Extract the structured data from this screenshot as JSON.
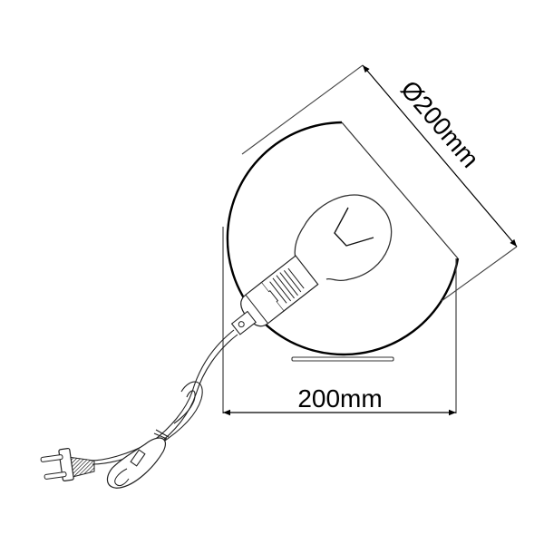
{
  "drawing": {
    "subject": "spherical table lamp with exposed bulb and inline-switch cord",
    "colors": {
      "line": "#000000",
      "thin_line": "#333333",
      "background": "#ffffff"
    }
  },
  "dimensions": {
    "width_label": "200mm",
    "diameter_label": "Ø200mm"
  },
  "parts": {
    "globe": "glass-globe",
    "bulb": "filament-bulb",
    "socket": "bulb-socket",
    "base": "base-plate",
    "cord": "power-cord",
    "switch": "inline-switch",
    "plug": "euro-plug"
  }
}
